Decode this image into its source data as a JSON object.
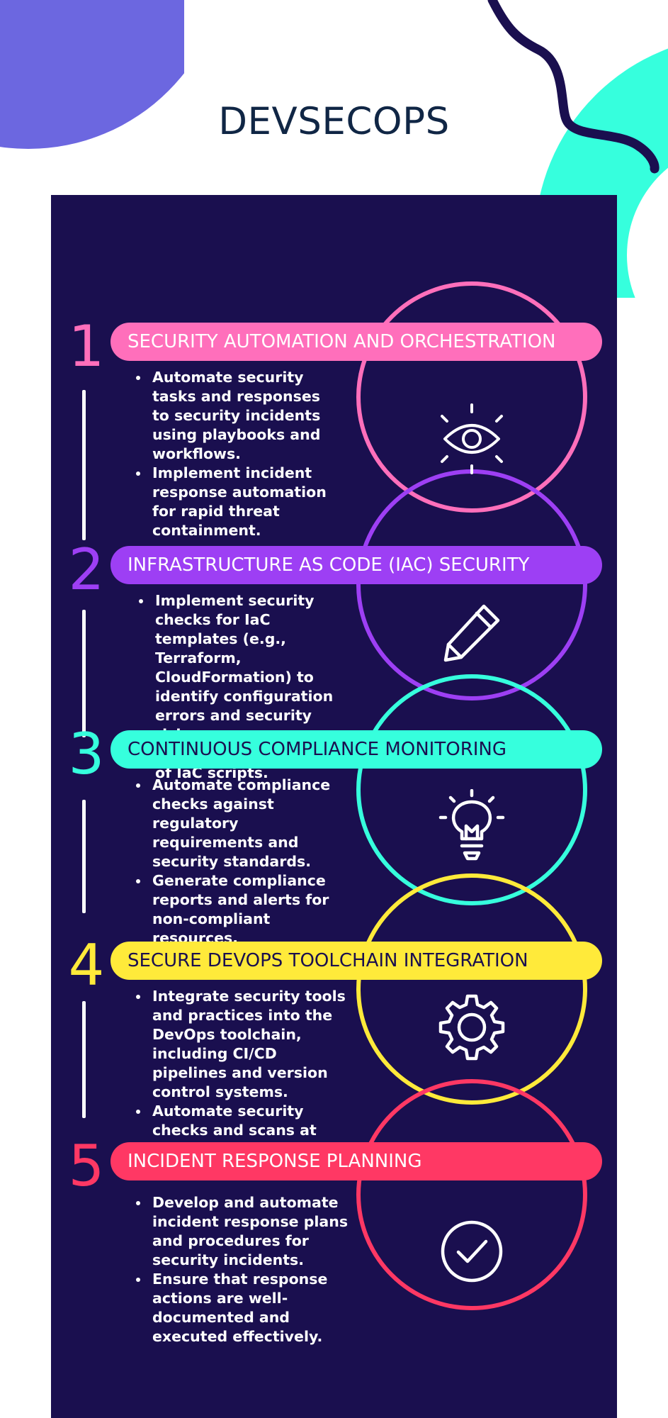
{
  "title": "DEVSECOPS",
  "colors": {
    "background": "#ffffff",
    "panel": "#1a0f4f",
    "title": "#102645",
    "deco_purple": "#6c67e0",
    "deco_teal": "#36ffdd",
    "deco_navy": "#1a0f4f"
  },
  "steps": [
    {
      "number": "1",
      "heading": "SECURITY AUTOMATION AND ORCHESTRATION",
      "color": "#ff6fbb",
      "heading_text_color": "#ffffff",
      "icon": "eye-icon",
      "bullets": [
        "Automate security tasks and responses to security incidents using playbooks and workflows.",
        "Implement incident response automation for rapid threat containment."
      ]
    },
    {
      "number": "2",
      "heading": "INFRASTRUCTURE AS CODE (IAC) SECURITY",
      "color": "#9d3ff4",
      "heading_text_color": "#ffffff",
      "icon": "pencil-icon",
      "bullets": [
        "Implement security checks for IaC templates (e.g., Terraform, CloudFormation) to identify configuration errors and security risks.",
        "Automate the validation of IaC scripts."
      ]
    },
    {
      "number": "3",
      "heading": "CONTINUOUS COMPLIANCE MONITORING",
      "color": "#36ffdd",
      "heading_text_color": "#1a0f4f",
      "icon": "lightbulb-icon",
      "bullets": [
        "Automate compliance checks against regulatory requirements and security standards.",
        "Generate compliance reports and alerts for non-compliant resources."
      ]
    },
    {
      "number": "4",
      "heading": "SECURE DEVOPS TOOLCHAIN INTEGRATION",
      "color": "#ffea3a",
      "heading_text_color": "#1a0f4f",
      "icon": "gear-icon",
      "bullets": [
        "Integrate security tools and practices into the DevOps toolchain, including CI/CD pipelines and version control systems.",
        "Automate security checks and scans at various stages of development."
      ]
    },
    {
      "number": "5",
      "heading": "INCIDENT RESPONSE PLANNING",
      "color": "#ff3864",
      "heading_text_color": "#ffffff",
      "icon": "checkmark-circle-icon",
      "bullets": [
        "Develop and automate incident response plans and procedures for security incidents.",
        "Ensure that response actions are well-documented and executed effectively."
      ]
    }
  ]
}
